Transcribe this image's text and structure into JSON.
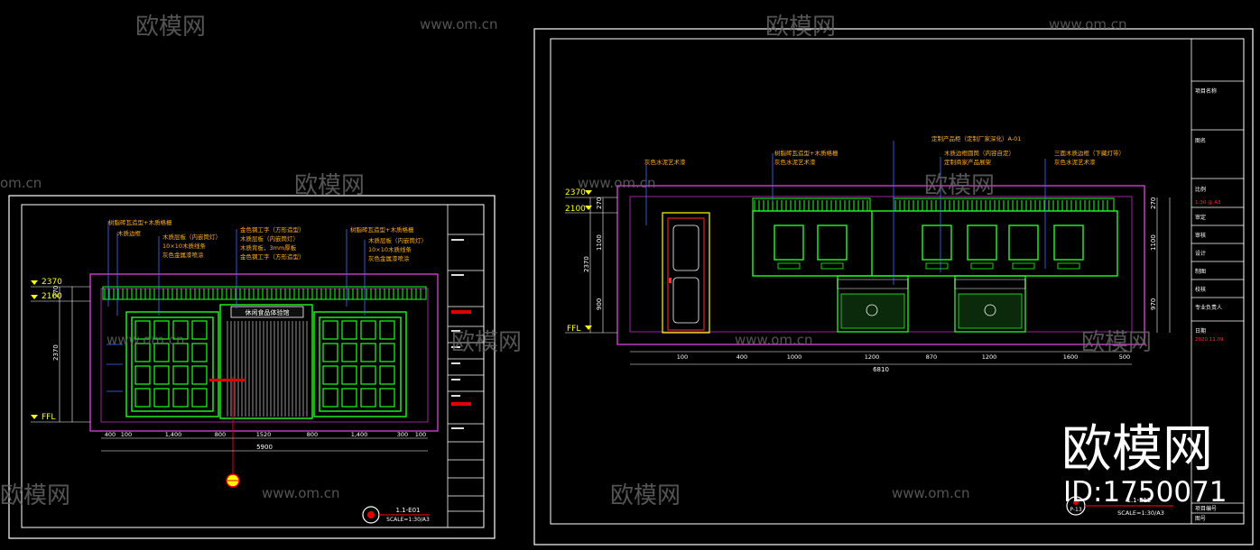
{
  "watermark": {
    "brand": "欧模网",
    "url": "www.om.cn",
    "url_short": "om.cn",
    "brand_large": "欧模网",
    "id_text": "ID:1750071"
  },
  "left_sheet": {
    "levels": {
      "top": "2370",
      "mid": "2100",
      "ffl": "FFL"
    },
    "annotations_left": [
      "树脂砖瓦造型+木质格栅",
      "木质边框",
      "木质层板（内嵌筒灯）",
      "10×10木质线条",
      "灰色金属漆喷涂"
    ],
    "annotations_center": [
      "金色钢工字（方形造型）",
      "木质层板（内嵌筒灯）",
      "木质背板，3mm厚板",
      "金色钢工字（方形造型）"
    ],
    "annotations_right": [
      "树脂砖瓦造型+木质格栅",
      "木质层板（内嵌筒灯）",
      "10×10木质线条",
      "灰色金属漆喷涂"
    ],
    "sign_text": "休闲食品体验馆",
    "dims_bottom": [
      "400",
      "100",
      "1,400",
      "800",
      "1520",
      "800",
      "1,400",
      "300",
      "100"
    ],
    "dim_total": "5900",
    "dims_left": [
      "270",
      "2370"
    ],
    "title_ref": "1.1-E01",
    "scale": "SCALE=1:30/A3"
  },
  "right_sheet": {
    "levels": {
      "top": "2370",
      "mid": "2100",
      "ffl": "FFL"
    },
    "annotations": [
      "定制产品柜（定制厂家深化）A-01",
      "树脂砖瓦造型+木质格栅",
      "灰色水泥艺术漆",
      "灰色水泥艺术漆",
      "木质边框圆筒（内容自定）",
      "定制商家产品展架",
      "三面木质边框（下藏灯带）",
      "灰色水泥艺术漆"
    ],
    "dims_bottom": [
      "100",
      "400",
      "1000",
      "1200",
      "870",
      "1200",
      "1600",
      "500"
    ],
    "dim_total": "6810",
    "dims_left": [
      "270",
      "1100",
      "2370",
      "900"
    ],
    "dims_right": [
      "270",
      "1100",
      "970"
    ],
    "title_ref": "1.1-E12",
    "sheet_no": "P-13",
    "scale": "SCALE=1:30/A3",
    "title_block": [
      "项目名称",
      "图名",
      "比例",
      "1:30 @ A3",
      "审定",
      "审核",
      "设计",
      "制图",
      "校核",
      "专业负责人",
      "日期",
      "2020.11.09",
      "项目编号",
      "图号"
    ]
  }
}
